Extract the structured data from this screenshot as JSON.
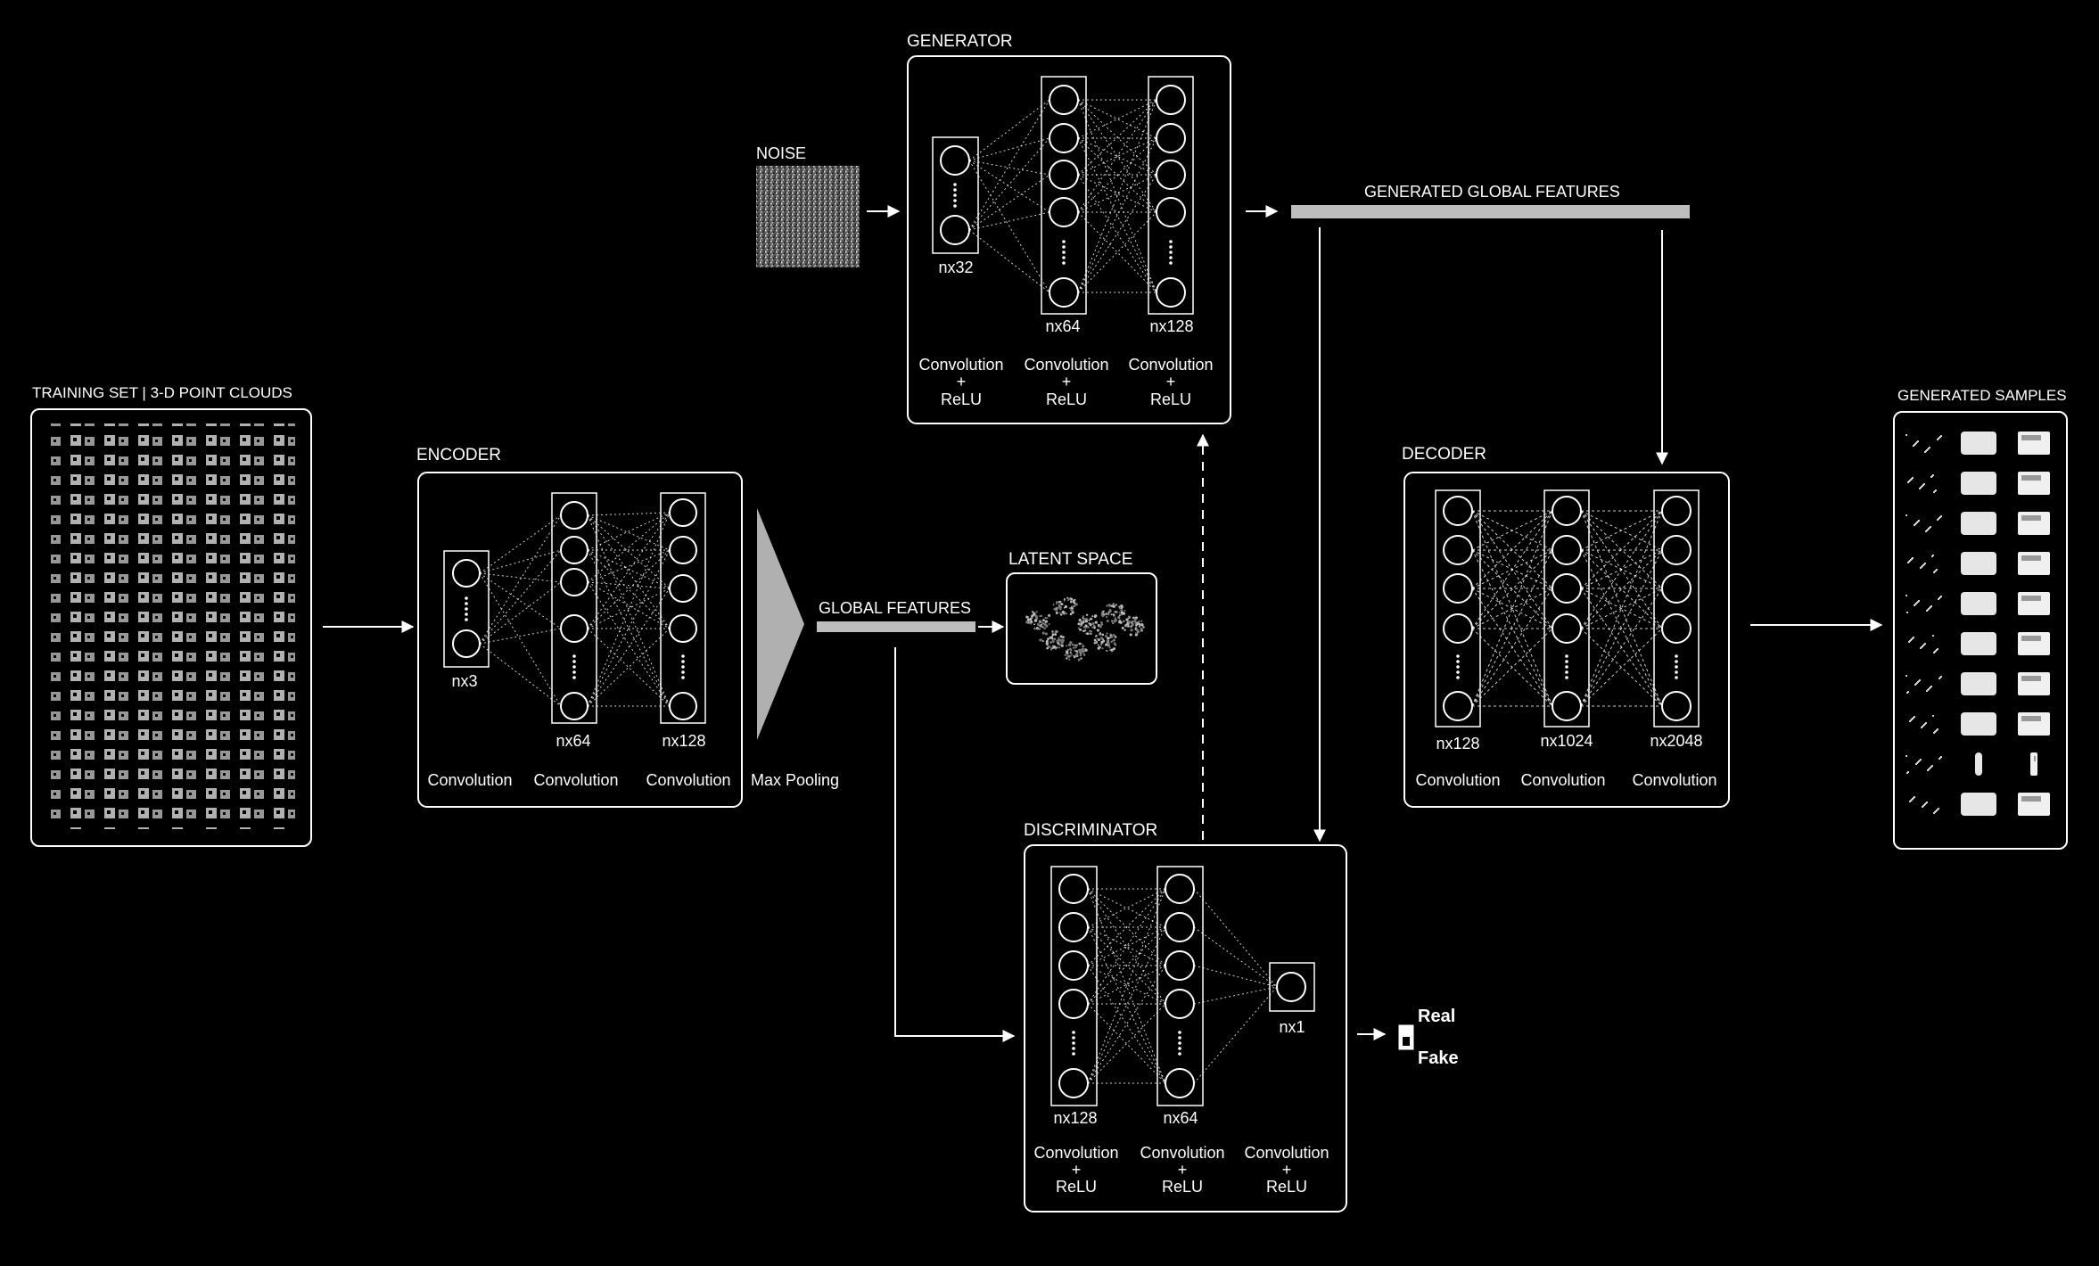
{
  "training": {
    "title": "TRAINING SET | 3-D POINT CLOUDS"
  },
  "encoder": {
    "title": "ENCODER",
    "dims": [
      "nx3",
      "nx64",
      "nx128"
    ],
    "ops": [
      "Convolution",
      "Convolution",
      "Convolution"
    ],
    "pooling": "Max Pooling"
  },
  "global_features": "GLOBAL FEATURES",
  "latent_space": "LATENT SPACE",
  "noise": "NOISE",
  "generator": {
    "title": "GENERATOR",
    "dims": [
      "nx32",
      "nx64",
      "nx128"
    ],
    "ops": [
      {
        "line1": "Convolution",
        "plus": "+",
        "line2": "ReLU"
      },
      {
        "line1": "Convolution",
        "plus": "+",
        "line2": "ReLU"
      },
      {
        "line1": "Convolution",
        "plus": "+",
        "line2": "ReLU"
      }
    ]
  },
  "generated_global_features": "GENERATED GLOBAL FEATURES",
  "decoder": {
    "title": "DECODER",
    "dims": [
      "nx128",
      "nx1024",
      "nx2048"
    ],
    "ops": [
      "Convolution",
      "Convolution",
      "Convolution"
    ]
  },
  "discriminator": {
    "title": "DISCRIMINATOR",
    "dims": [
      "nx128",
      "nx64",
      "nx1"
    ],
    "ops": [
      {
        "line1": "Convolution",
        "plus": "+",
        "line2": "ReLU"
      },
      {
        "line1": "Convolution",
        "plus": "+",
        "line2": "ReLU"
      },
      {
        "line1": "Convolution",
        "plus": "+",
        "line2": "ReLU"
      }
    ]
  },
  "output": {
    "real": "Real",
    "fake": "Fake"
  },
  "generated_samples": {
    "title": "GENERATED SAMPLES"
  },
  "colors": {
    "background": "#000000",
    "foreground": "#ffffff",
    "bar": "#bdbdbd",
    "triangle": "#b0b0b0"
  }
}
